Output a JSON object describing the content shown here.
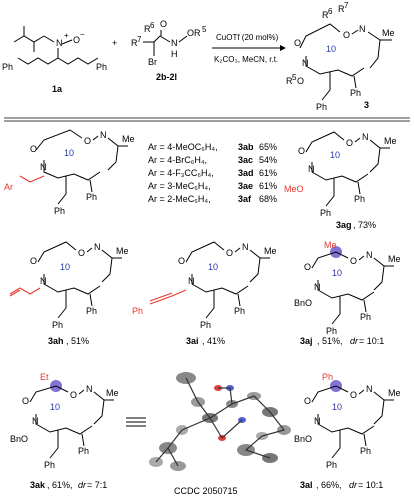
{
  "reaction": {
    "reactant1": {
      "id": "1a",
      "labels": {
        "n_plus": "N",
        "o_minus": "O",
        "ph_left": "Ph",
        "ph_right": "Ph"
      }
    },
    "reactant2": {
      "id": "2b-2l",
      "labels": {
        "r6": "R",
        "r6_sup": "6",
        "r7": "R",
        "r7_sup": "7",
        "br": "Br",
        "n": "N",
        "h": "H",
        "or5": "OR",
        "or5_sup": "5",
        "o": "O"
      }
    },
    "plus": "+",
    "conditions_top": "CuOTf (20 mol%)",
    "conditions_bottom": "K₂CO₃, MeCN, r.t.",
    "product": {
      "id": "3",
      "labels": {
        "r6": "R",
        "r6_sup": "6",
        "r7": "R",
        "r7_sup": "7",
        "ring": "10",
        "r5o": "R",
        "r5o_sup": "5",
        "r5o_o": "O",
        "n": "N",
        "me": "Me",
        "ph1": "Ph",
        "ph2": "Ph"
      }
    }
  },
  "ar_list": [
    {
      "ar": "Ar = 4-MeOC₆H₄,",
      "cmpd": "3ab",
      "yield": "65%"
    },
    {
      "ar": "Ar = 4-BrC₆H₄,",
      "cmpd": "3ac",
      "yield": "54%"
    },
    {
      "ar": "Ar = 4-F₃CC₆H₄,",
      "cmpd": "3ad",
      "yield": "61%"
    },
    {
      "ar": "Ar = 3-MeC₆H₄,",
      "cmpd": "3ae",
      "yield": "61%"
    },
    {
      "ar": "Ar = 2-MeC₆H₄,",
      "cmpd": "3af",
      "yield": "68%"
    }
  ],
  "products": [
    {
      "id": "3ab-af",
      "labels": {
        "ar": "Ar",
        "me": "Me",
        "ring": "10",
        "ph1": "Ph",
        "ph2": "Ph",
        "o": "O",
        "n": "N"
      }
    },
    {
      "id": "3ag",
      "caption": "3ag",
      "yield": ", 73%",
      "labels": {
        "meo": "MeO",
        "me": "Me",
        "ring": "10",
        "ph1": "Ph",
        "ph2": "Ph"
      }
    },
    {
      "id": "3ah",
      "caption": "3ah",
      "yield": ", 51%",
      "labels": {
        "me": "Me",
        "ring": "10",
        "ph1": "Ph",
        "ph2": "Ph"
      }
    },
    {
      "id": "3ai",
      "caption": "3ai",
      "yield": ", 41%",
      "labels": {
        "me": "Me",
        "ring": "10",
        "ph1": "Ph",
        "ph2": "Ph",
        "ph3": "Ph"
      }
    },
    {
      "id": "3aj",
      "caption": "3aj",
      "yield": ", 51%, ",
      "dr_label": "dr",
      "dr_value": " = 10:1",
      "labels": {
        "me_red": "Me",
        "me": "Me",
        "ring": "10",
        "bno": "BnO",
        "ph1": "Ph",
        "ph2": "Ph"
      }
    },
    {
      "id": "3ak",
      "caption": "3ak",
      "yield": ", 61%, ",
      "dr_label": "dr",
      "dr_value": " = 7:1",
      "labels": {
        "et": "Et",
        "me": "Me",
        "ring": "10",
        "bno": "BnO",
        "ph1": "Ph",
        "ph2": "Ph"
      }
    },
    {
      "id": "3al",
      "caption": "3al",
      "yield": ", 66%, ",
      "dr_label": "dr",
      "dr_value": " = 10:1",
      "labels": {
        "ph_red": "Ph",
        "me": "Me",
        "ring": "10",
        "bno": "BnO",
        "ph1": "Ph",
        "ph2": "Ph"
      }
    }
  ],
  "crystal": {
    "caption": "CCDC 2050715"
  },
  "colors": {
    "highlight": "#e8372c",
    "ring_label": "#2a35a8",
    "atom_ball": "#6a5acd"
  }
}
